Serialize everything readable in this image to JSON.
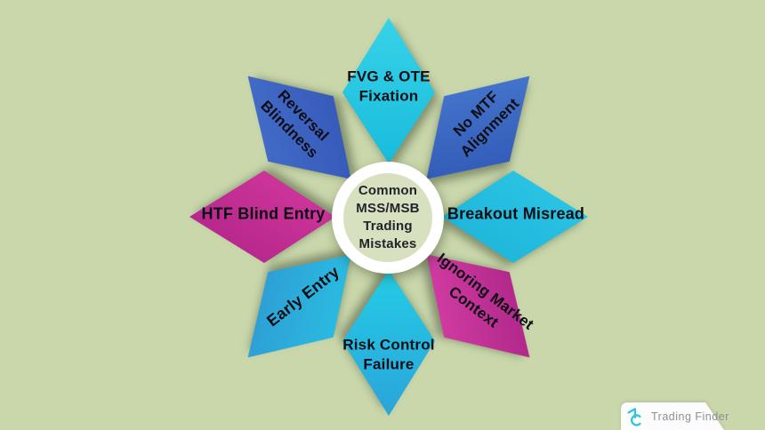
{
  "title": "Common MSS/MSB Trading Mistakes infographic",
  "background_color": "#c9d7ab",
  "center": {
    "label": "Common\nMSS/MSB\nTrading\nMistakes",
    "ring_color": "#ffffff",
    "fill_color": "#d7e1bf",
    "text_color": "#23232b"
  },
  "petals": [
    {
      "direction": "top",
      "label": "FVG & OTE\nFixation",
      "colors": [
        "#38d2e9",
        "#18bcdc"
      ]
    },
    {
      "direction": "top-right",
      "label": "No MTF\nAlignment",
      "colors": [
        "#4b7dd3",
        "#2b53b0"
      ]
    },
    {
      "direction": "right",
      "label": "Breakout Misread",
      "colors": [
        "#2fc9e8",
        "#1bb1d6"
      ]
    },
    {
      "direction": "bottom-right",
      "label": "Ignoring Market\nContext",
      "colors": [
        "#a32180",
        "#dd42ab"
      ]
    },
    {
      "direction": "bottom",
      "label": "Risk Control\nFailure",
      "colors": [
        "#2ba4da",
        "#23cce6"
      ]
    },
    {
      "direction": "bottom-left",
      "label": "Early Entry",
      "colors": [
        "#2f93d0",
        "#29c6e6"
      ]
    },
    {
      "direction": "left",
      "label": "HTF Blind Entry",
      "colors": [
        "#ae2286",
        "#d63aa0"
      ]
    },
    {
      "direction": "top-left",
      "label": "Reversal\nBlindness",
      "colors": [
        "#4671cd",
        "#3354b4"
      ]
    }
  ],
  "watermark": {
    "text": "Trading Finder",
    "icon": "tradingfinder-logo-icon",
    "icon_color": "#2bc5e1",
    "text_color": "#8b9097",
    "background": "#fcfcfc"
  }
}
